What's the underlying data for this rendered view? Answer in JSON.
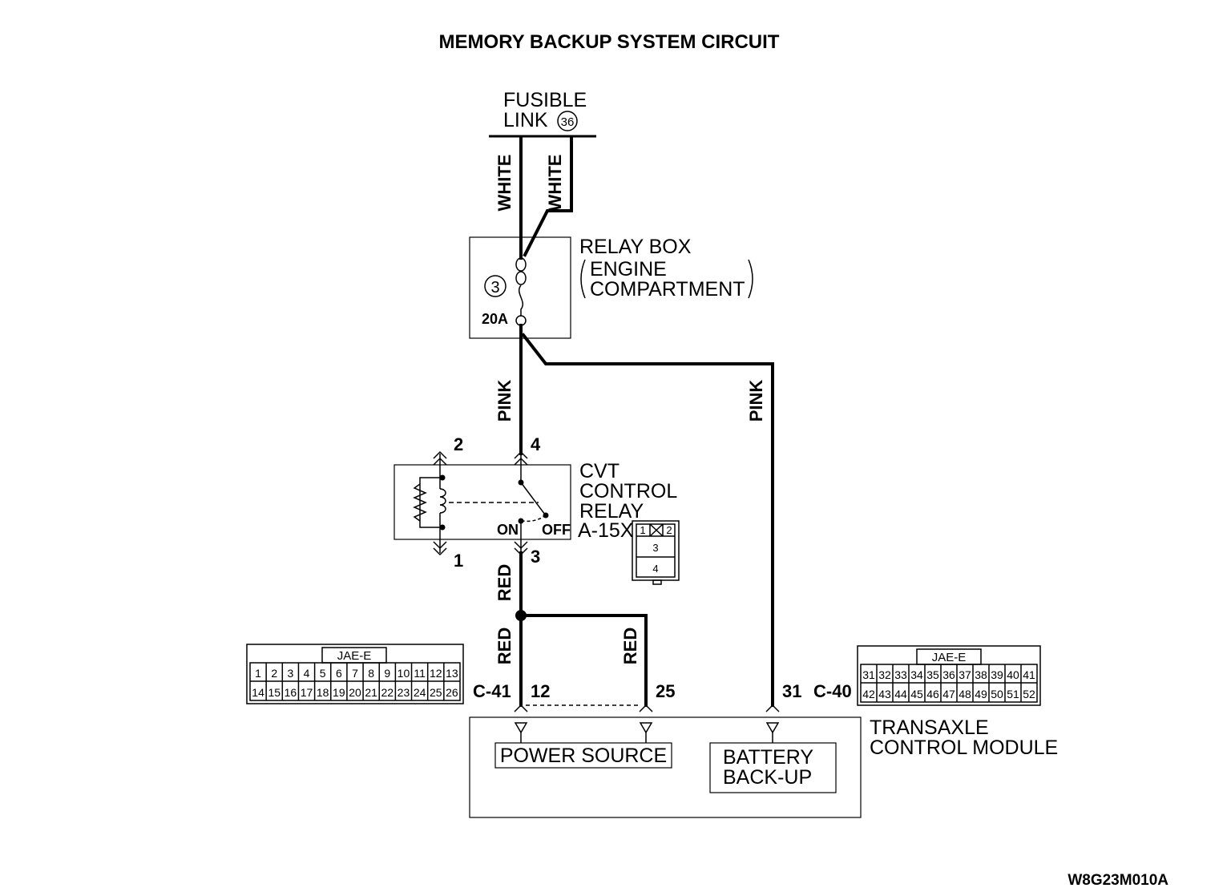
{
  "title": "MEMORY BACKUP SYSTEM CIRCUIT",
  "fusible_link": {
    "line1": "FUSIBLE",
    "line2": "LINK",
    "number": "36"
  },
  "wire_colors": {
    "white_left": "WHITE",
    "white_right": "WHITE",
    "pink_left": "PINK",
    "pink_right": "PINK",
    "red_upper": "RED",
    "red_lower": "RED",
    "red_branch": "RED"
  },
  "relay_box": {
    "line1": "RELAY BOX",
    "line2": "ENGINE",
    "line3": "COMPARTMENT",
    "fuse_number": "3",
    "fuse_rating": "20A"
  },
  "cvt_relay": {
    "line1": "CVT",
    "line2": "CONTROL",
    "line3": "RELAY",
    "connector": "A-15X",
    "pins": {
      "p1": "1",
      "p2": "2",
      "p3": "3",
      "p4": "4"
    },
    "on_label": "ON",
    "off_label": "OFF",
    "connector_face": [
      "1",
      "2",
      "3",
      "4"
    ]
  },
  "connector_c41": {
    "name": "C-41",
    "header": "JAE-E",
    "row1": [
      "1",
      "2",
      "3",
      "4",
      "5",
      "6",
      "7",
      "8",
      "9",
      "10",
      "11",
      "12",
      "13"
    ],
    "row2": [
      "14",
      "15",
      "16",
      "17",
      "18",
      "19",
      "20",
      "21",
      "22",
      "23",
      "24",
      "25",
      "26"
    ],
    "pin_a": "12",
    "pin_b": "25"
  },
  "connector_c40": {
    "name": "C-40",
    "header": "JAE-E",
    "row1": [
      "31",
      "32",
      "33",
      "34",
      "35",
      "36",
      "37",
      "38",
      "39",
      "40",
      "41"
    ],
    "row2": [
      "42",
      "43",
      "44",
      "45",
      "46",
      "47",
      "48",
      "49",
      "50",
      "51",
      "52"
    ],
    "pin": "31"
  },
  "tcm": {
    "line1": "TRANSAXLE",
    "line2": "CONTROL MODULE",
    "power_source": "POWER SOURCE",
    "battery_line1": "BATTERY",
    "battery_line2": "BACK-UP"
  },
  "figure_code": "W8G23M010A"
}
